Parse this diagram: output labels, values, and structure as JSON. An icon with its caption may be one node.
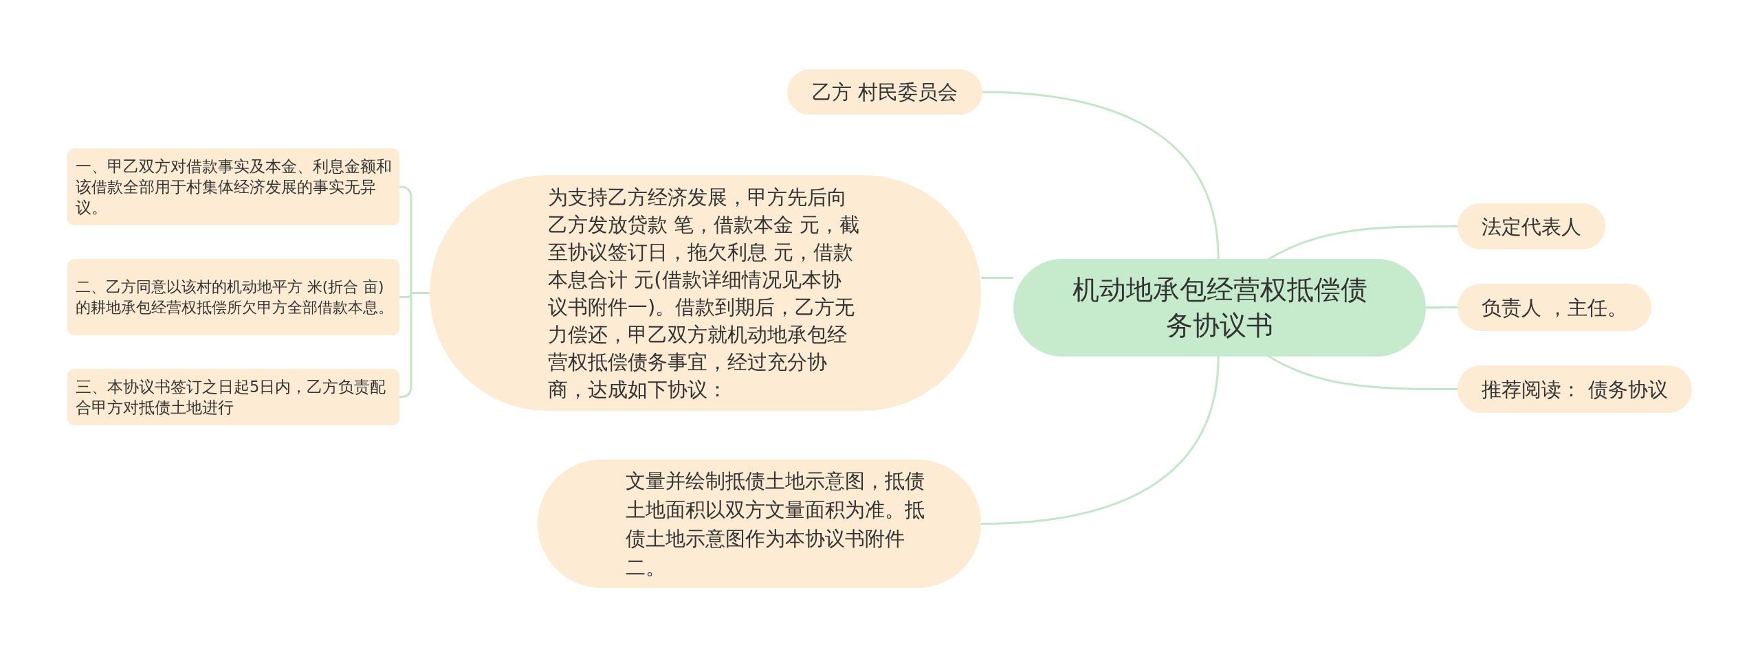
{
  "diagram": {
    "nodes": [
      {
        "text": [
          "机动地承包经营权抵偿债务协议书"
        ]
      },
      {
        "text": [
          "乙方 村民委员会"
        ]
      },
      {
        "text": [
          "法定代表人"
        ]
      },
      {
        "text": [
          "负责人 ，主任。"
        ]
      },
      {
        "text": [
          "推荐阅读： 债务协议"
        ]
      },
      {
        "text": [
          "为支持乙方经济发展，甲方先后向乙方发放贷款 笔，借款本金 元，截至协议签订日，拖欠利息 元，借款本息合计 元(借款详细情况见本协议书附件一)。借款到期后，乙方无力偿还，甲乙双方就机动地承包经营权抵偿债务事宜，经过充分协商，达成如下协议："
        ]
      },
      {
        "text": [
          "一、甲乙双方对借款事实及本金、利息金额和该借款全部用于村集体经济发展的事实无异议。"
        ]
      },
      {
        "text": [
          "二、乙方同意以该村的机动地平方 米(折合 亩)的耕地承包经营权抵偿所欠甲方全部借款本息。"
        ]
      },
      {
        "text": [
          "三、本协议书签订之日起5日内，乙方负责配合甲方对抵债土地进行"
        ]
      },
      {
        "text": [
          "文量并绘制抵债土地示意图，抵债土地面积以双方文量面积为准。抵债土地示意图作为本协议书附件二。"
        ]
      }
    ],
    "edges": [
      {
        "from": 0,
        "to": 1,
        "arrow": "none"
      },
      {
        "from": 0,
        "to": 2,
        "arrow": "none"
      },
      {
        "from": 0,
        "to": 3,
        "arrow": "none"
      },
      {
        "from": 0,
        "to": 4,
        "arrow": "none"
      },
      {
        "from": 0,
        "to": 5,
        "arrow": "none"
      },
      {
        "from": 5,
        "to": 6,
        "arrow": "none"
      },
      {
        "from": 5,
        "to": 7,
        "arrow": "none"
      },
      {
        "from": 5,
        "to": 8,
        "arrow": "none"
      },
      {
        "from": 0,
        "to": 9,
        "arrow": "none"
      }
    ]
  }
}
